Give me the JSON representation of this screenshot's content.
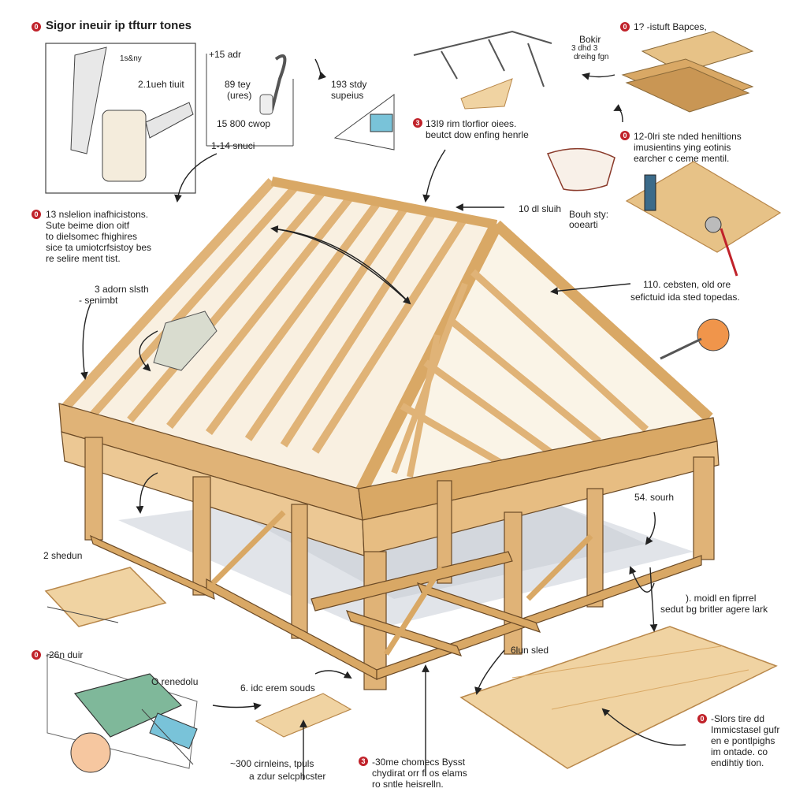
{
  "header": {
    "title": "Sigor ineuir ip tfturr tones",
    "marker": "0"
  },
  "callouts": {
    "top_right_title": {
      "marker": "0",
      "text": "1? -istuft Bapces,"
    },
    "top_right_small_a": "Bokir",
    "top_right_small_b": "3  dhd  3",
    "top_right_small_c": "dreihg  fgn",
    "nail_label_a": "1s&ny",
    "nail_label_b": "2.1ueh tiuit",
    "dim_a": "+15 adr",
    "dim_b": "89 tey",
    "dim_c": "(ures)",
    "dim_d": "15  800 cwop",
    "dim_e": "1-14 snuci",
    "stdy_a": "193  stdy",
    "stdy_b": "supeius",
    "center_step": {
      "marker": "3",
      "line1": "13I9 rim tlorfior oiees.",
      "line2": "beutct dow enfing henrle"
    },
    "right_step": {
      "marker": "0",
      "line1": "12-0lri ste nded heniltions",
      "line2": "imusientins ying eotinis",
      "line3": "earcher c ceme mentil."
    },
    "left_step": {
      "marker": "0",
      "line1": "13 nslelion inafhicistons.",
      "line2": "Sute beime dion oitf",
      "line3": "to dielsomec fhighires",
      "line4": "sice ta umiotcrfsistoy bes",
      "line5": "re selire ment tist."
    },
    "left_small_a": "3 adorn slsth",
    "left_small_b": "- senimbt",
    "ridge_label": "10 dl sluih",
    "mid_right_a": "Bouh  sty:",
    "mid_right_b": "ooearti",
    "beam_label_a": "110. cebsten, old ore",
    "beam_label_b": "sefictuid ida sted topedas.",
    "side_right": "54. sourh",
    "bottom_right_a": "). moidl en fiprrel",
    "bottom_right_b": "sedut bg britler agere lark",
    "bottom_left_small": "2 shedun",
    "drill_step": {
      "marker": "0",
      "text": "-26n duir"
    },
    "drill_label": "O renedolu",
    "center_bottom": "6. idc erem souds",
    "board_label": "6lun sled",
    "bottom_step": {
      "marker": "3",
      "line1": "-30me chomecs Bysst",
      "line2": "chydirat orr fi os elams",
      "line3": "ro sntle heisrelln."
    },
    "bottom_small_a": "~300 cirnleins, tpuls",
    "bottom_small_b": "a zdur selcphcster",
    "final_step": {
      "marker": "0",
      "line1": "-Slors tire dd",
      "line2": "Immicstasel gufr",
      "line3": "en e pontlpighs",
      "line4": "im ontade. co",
      "line5": "endihtiy tion."
    }
  },
  "colors": {
    "wood": "#e0b377",
    "wood_dark": "#b8874a",
    "wood_light": "#f0d3a2",
    "outline": "#6b4a26",
    "marker": "#c0222a",
    "floor": "#d9dde3",
    "tool_green": "#7fb89a",
    "tool_cyan": "#79c3d9",
    "tool_orange": "#f0954b"
  }
}
